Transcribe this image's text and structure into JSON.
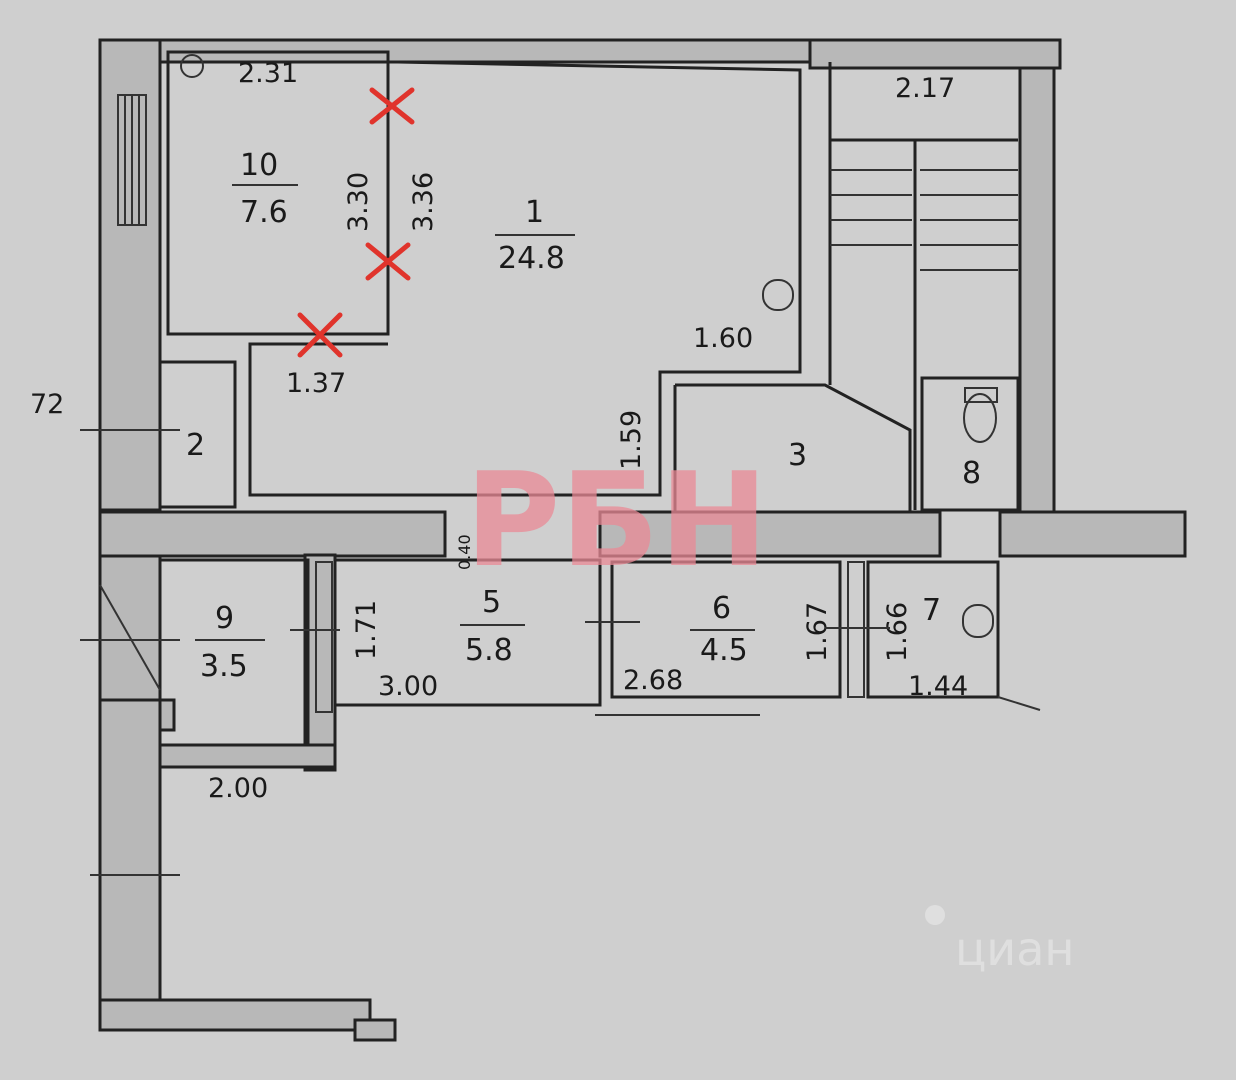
{
  "rooms": [
    {
      "id": "room-1",
      "number": "1",
      "area": "24.8"
    },
    {
      "id": "room-2",
      "number": "2",
      "area": ""
    },
    {
      "id": "room-3",
      "number": "3",
      "area": ""
    },
    {
      "id": "room-5",
      "number": "5",
      "area": "5.8"
    },
    {
      "id": "room-6",
      "number": "6",
      "area": "4.5"
    },
    {
      "id": "room-7",
      "number": "7",
      "area": ""
    },
    {
      "id": "room-8",
      "number": "8",
      "area": ""
    },
    {
      "id": "room-9",
      "number": "9",
      "area": "3.5"
    },
    {
      "id": "room-10",
      "number": "10",
      "area": "7.6"
    }
  ],
  "dimensions": {
    "d_231": "2.31",
    "d_217": "2.17",
    "d_330": "3.30",
    "d_336": "3.36",
    "d_160": "1.60",
    "d_137": "1.37",
    "d_159": "1.59",
    "d_72": "72",
    "d_040": "0.40",
    "d_171": "1.71",
    "d_300": "3.00",
    "d_268": "2.68",
    "d_167": "1.67",
    "d_166": "1.66",
    "d_144": "1.44",
    "d_200": "2.00"
  },
  "watermarks": {
    "rbn": "РБН",
    "cian": "циан"
  },
  "colors": {
    "paper": "#cfcfcf",
    "wall": "#b8b8b8",
    "cross_mark": "#e0342c",
    "rbn_watermark": "#e98a95"
  },
  "markers": {
    "demolition_marks_count": 3
  }
}
